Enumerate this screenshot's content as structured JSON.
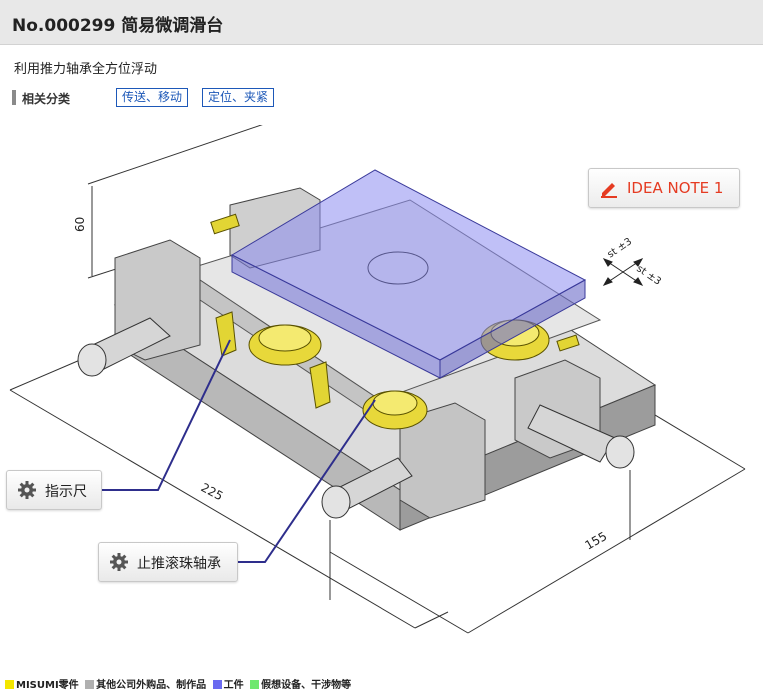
{
  "header": {
    "title": "No.000299 简易微调滑台"
  },
  "subtitle": "利用推力轴承全方位浮动",
  "categories": {
    "label": "相关分类",
    "tags": [
      "传送、移动",
      "定位、夹紧"
    ]
  },
  "idea_note": {
    "label": "IDEA NOTE 1",
    "icon": "pencil-icon",
    "color": "#e53b22"
  },
  "callouts": [
    {
      "label": "指示尺",
      "icon": "gear-icon"
    },
    {
      "label": "止推滚珠轴承",
      "icon": "gear-icon"
    }
  ],
  "dimensions": {
    "height": "60",
    "length": "225",
    "width": "155",
    "stroke_a": "st ±3",
    "stroke_b": "st ±3"
  },
  "legend": [
    {
      "label": "MISUMI零件",
      "color": "#f3e600"
    },
    {
      "label": "其他公司外购品、制作品",
      "color": "#b0b0b0"
    },
    {
      "label": "工件",
      "color": "#6a6af0"
    },
    {
      "label": "假想设备、干涉物等",
      "color": "#6ee86e"
    }
  ]
}
